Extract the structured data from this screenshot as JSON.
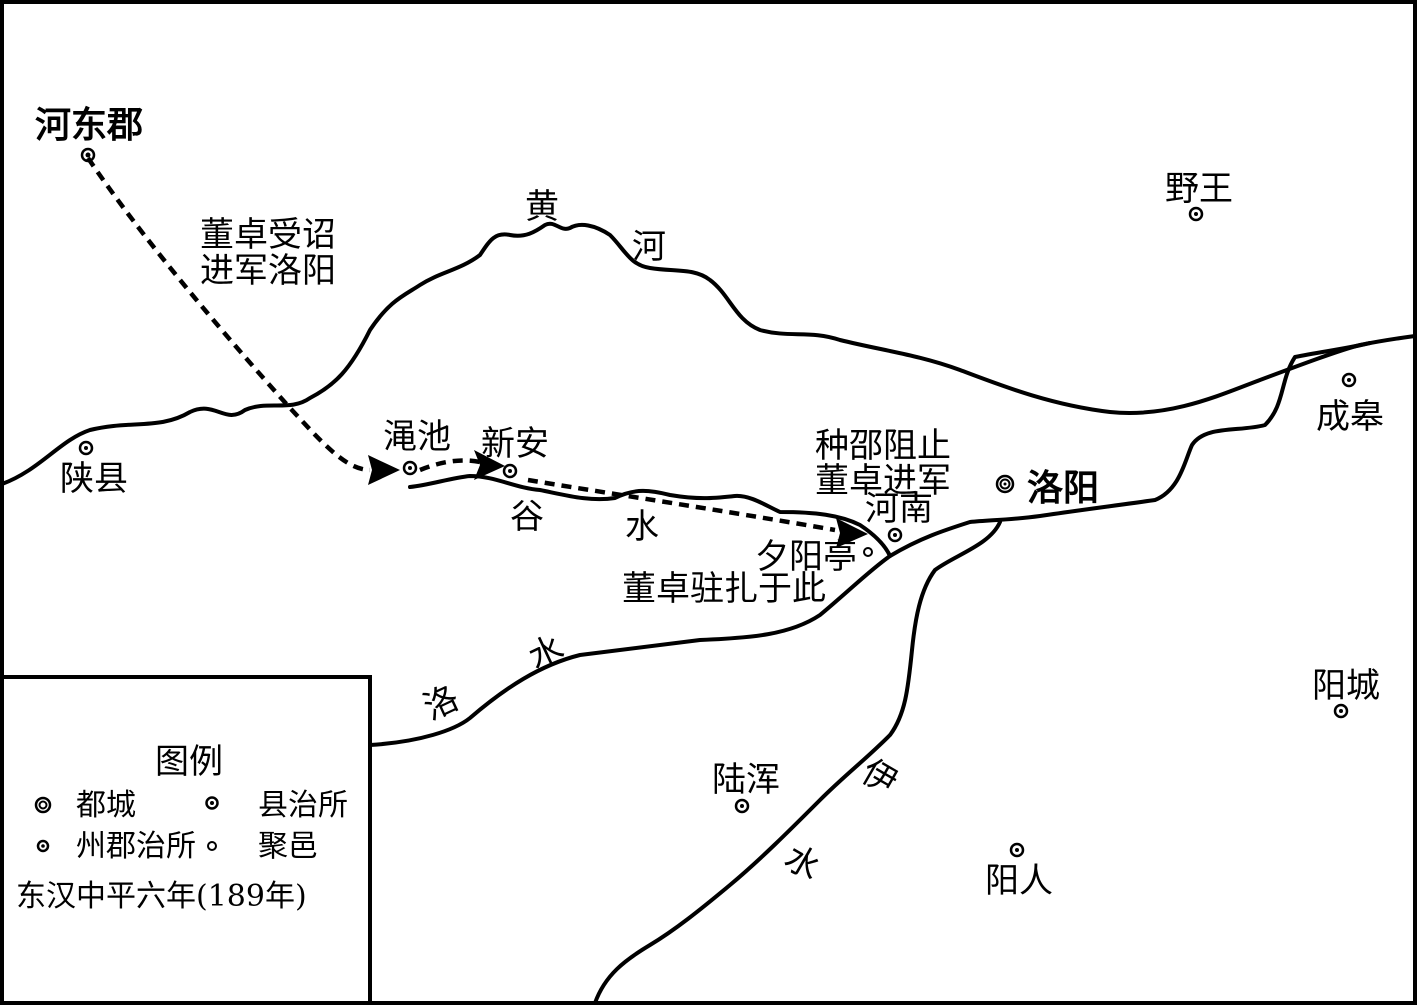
{
  "places": {
    "hedong": "河东郡",
    "yewang": "野王",
    "shanxian": "陕县",
    "mianchi": "渑池",
    "xinan": "新安",
    "henan": "河南",
    "luoyang": "洛阳",
    "chenggao": "成皋",
    "xiyangting": "夕阳亭",
    "yangcheng": "阳城",
    "luhun": "陆浑",
    "yangren": "阳人"
  },
  "rivers": {
    "huang_1": "黄",
    "huang_2": "河",
    "gu_1": "谷",
    "gu_2": "水",
    "luo_1": "洛",
    "luo_2": "水",
    "yi_1": "伊",
    "yi_2": "水"
  },
  "annotations": {
    "dongzhuo_line1": "董卓受诏",
    "dongzhuo_line2": "进军洛阳",
    "zhongshao_line1": "种邵阻止",
    "zhongshao_line2": "董卓进军",
    "camp": "董卓驻扎于此"
  },
  "legend": {
    "title": "图例",
    "capital": "都城",
    "county": "县治所",
    "prefecture": "州郡治所",
    "settlement": "聚邑",
    "era": "东汉中平六年(189年)"
  }
}
